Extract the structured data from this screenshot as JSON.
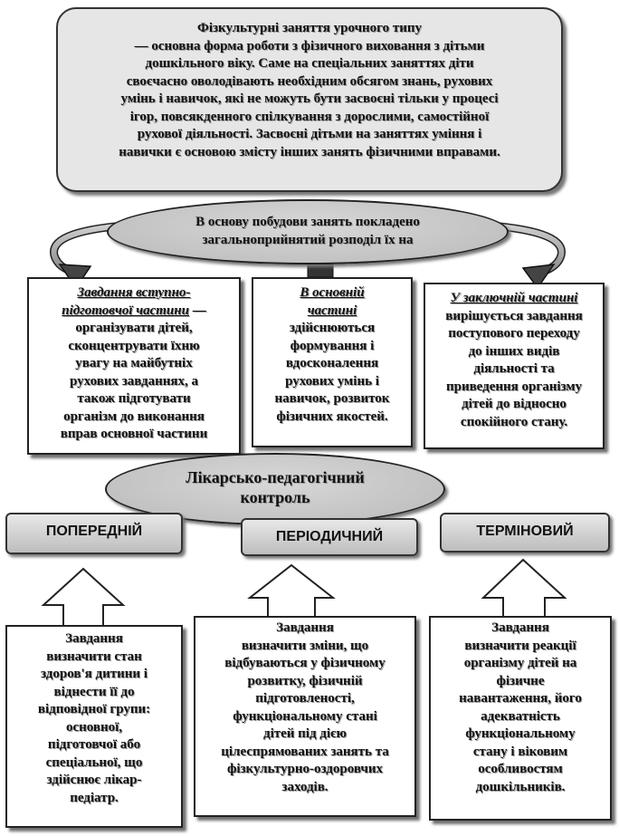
{
  "intro": {
    "title": "Фізкультурні заняття урочного типу",
    "lines": [
      "— основна форма роботи з фізичного виховання з дітьми",
      "дошкільного віку. Саме на спеціальних заняттях діти",
      "своєчасно оволодівають необхідним обсягом знань, рухових",
      "умінь і навичок, які не можуть бути засвоєні тільки у процесі",
      "ігор, повсякденного спілкування з дорослими, самостійної",
      "рухової діяльності. Засвоєні дітьми на заняттях уміння і",
      "навички є основою змісту інших занять фізичними вправами."
    ]
  },
  "division": {
    "line1": "В основу побудови занять покладено",
    "line2": "загальноприйнятий розподіл їх на"
  },
  "parts": [
    {
      "head": [
        "Завдання вступно-",
        "підготовчої частини"
      ],
      "head_tail": " —",
      "lines": [
        "організувати дітей,",
        "сконцентрувати їхню",
        "увагу на майбутніх",
        "рухових завданнях, а",
        "також підготувати",
        "організм до виконання",
        "вправ основної частини"
      ]
    },
    {
      "head": [
        "В основній",
        "частині"
      ],
      "head_tail": "",
      "lines": [
        "здійснюються",
        "формування і",
        "вдосконалення",
        "рухових умінь і",
        "навичок, розвиток",
        "фізичних якостей."
      ]
    },
    {
      "head": [
        "У заключній частині"
      ],
      "head_tail": "",
      "lines": [
        "вирішується завдання",
        "поступового переходу",
        "до інших видів",
        "діяльності та",
        "приведення організму",
        "дітей до відносно",
        "спокійного стану."
      ]
    }
  ],
  "control": {
    "line1": "Лікарсько-педагогічний",
    "line2": "контроль"
  },
  "types": [
    {
      "label": "ПОПЕРЕДНІЙ"
    },
    {
      "label": "ПЕРІОДИЧНИЙ"
    },
    {
      "label": "ТЕРМІНОВИЙ"
    }
  ],
  "tasks": [
    {
      "head": "Завдання",
      "lines": [
        "визначити стан",
        "здоров'я дитини і",
        "віднести її до",
        "відповідної групи:",
        "основної,",
        "підготовчої або",
        "спеціальної, що",
        "здійснює лікар-",
        "педіатр."
      ]
    },
    {
      "head": "Завдання",
      "lines": [
        "визначити зміни, що",
        "відбуваються у фізичному",
        "розвитку, фізичній",
        "підготовленості,",
        "функціональному стані",
        "дітей під дією",
        "цілеспрямованих занять та",
        "фізкультурно-оздоровчих",
        "заходів."
      ]
    },
    {
      "head": "Завдання",
      "lines": [
        "визначити реакції",
        "організму дітей на",
        "фізичне",
        "навантаження, його",
        "адекватність",
        "функціональному",
        "стану і віковим",
        "особливостям",
        "дошкільників."
      ]
    }
  ]
}
